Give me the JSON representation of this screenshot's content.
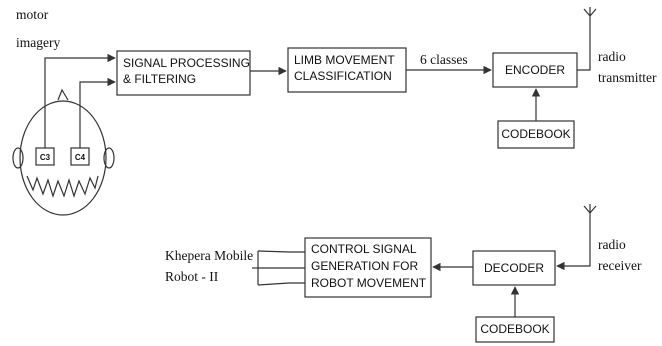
{
  "top": {
    "input_label": [
      "motor",
      "imagery"
    ],
    "electrodes": [
      "C3",
      "C4"
    ],
    "signal_processing": [
      "SIGNAL PROCESSING",
      "& FILTERING"
    ],
    "classification": [
      "LIMB MOVEMENT",
      "CLASSIFICATION"
    ],
    "classes_label": "6 classes",
    "encoder": "ENCODER",
    "codebook": "CODEBOOK",
    "transmitter_label": [
      "radio",
      "transmitter"
    ]
  },
  "bottom": {
    "robot_label": [
      "Khepera Mobile",
      "Robot - II"
    ],
    "control": [
      "CONTROL SIGNAL",
      "GENERATION FOR",
      "ROBOT MOVEMENT"
    ],
    "decoder": "DECODER",
    "codebook": "CODEBOOK",
    "receiver_label": [
      "radio",
      "receiver"
    ]
  }
}
